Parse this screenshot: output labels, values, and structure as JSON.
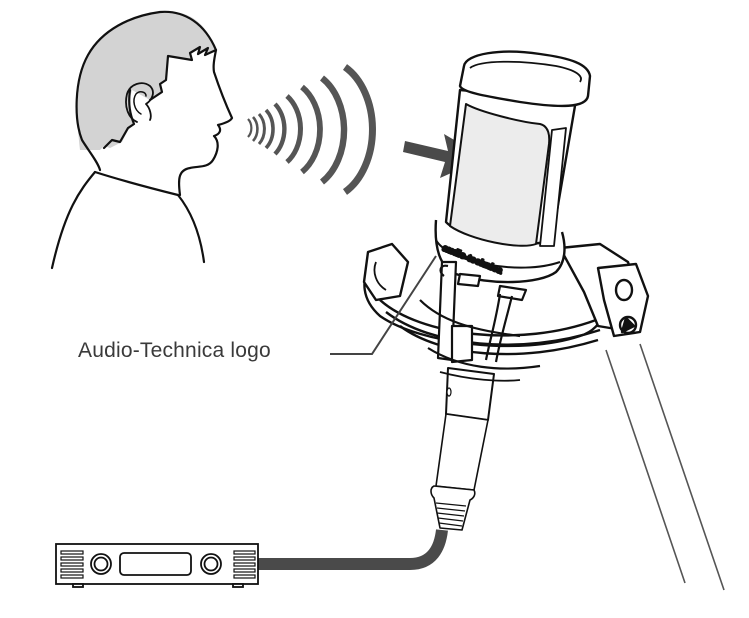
{
  "figure": {
    "description": "Person speaking into the front of a side-address condenser microphone mounted in a shock mount on a stand, connected by cable to an audio device",
    "callout": {
      "label": "Audio-Technica logo"
    },
    "mic_logo_text": "audio-technica",
    "colors": {
      "line": "#111111",
      "sound_waves": "#555555",
      "arrow": "#4a4a4a",
      "hair": "#d3d3d3",
      "mic_body": "#ececec",
      "cable": "#4a4a4a",
      "callout_text": "#3a3a3a"
    }
  }
}
